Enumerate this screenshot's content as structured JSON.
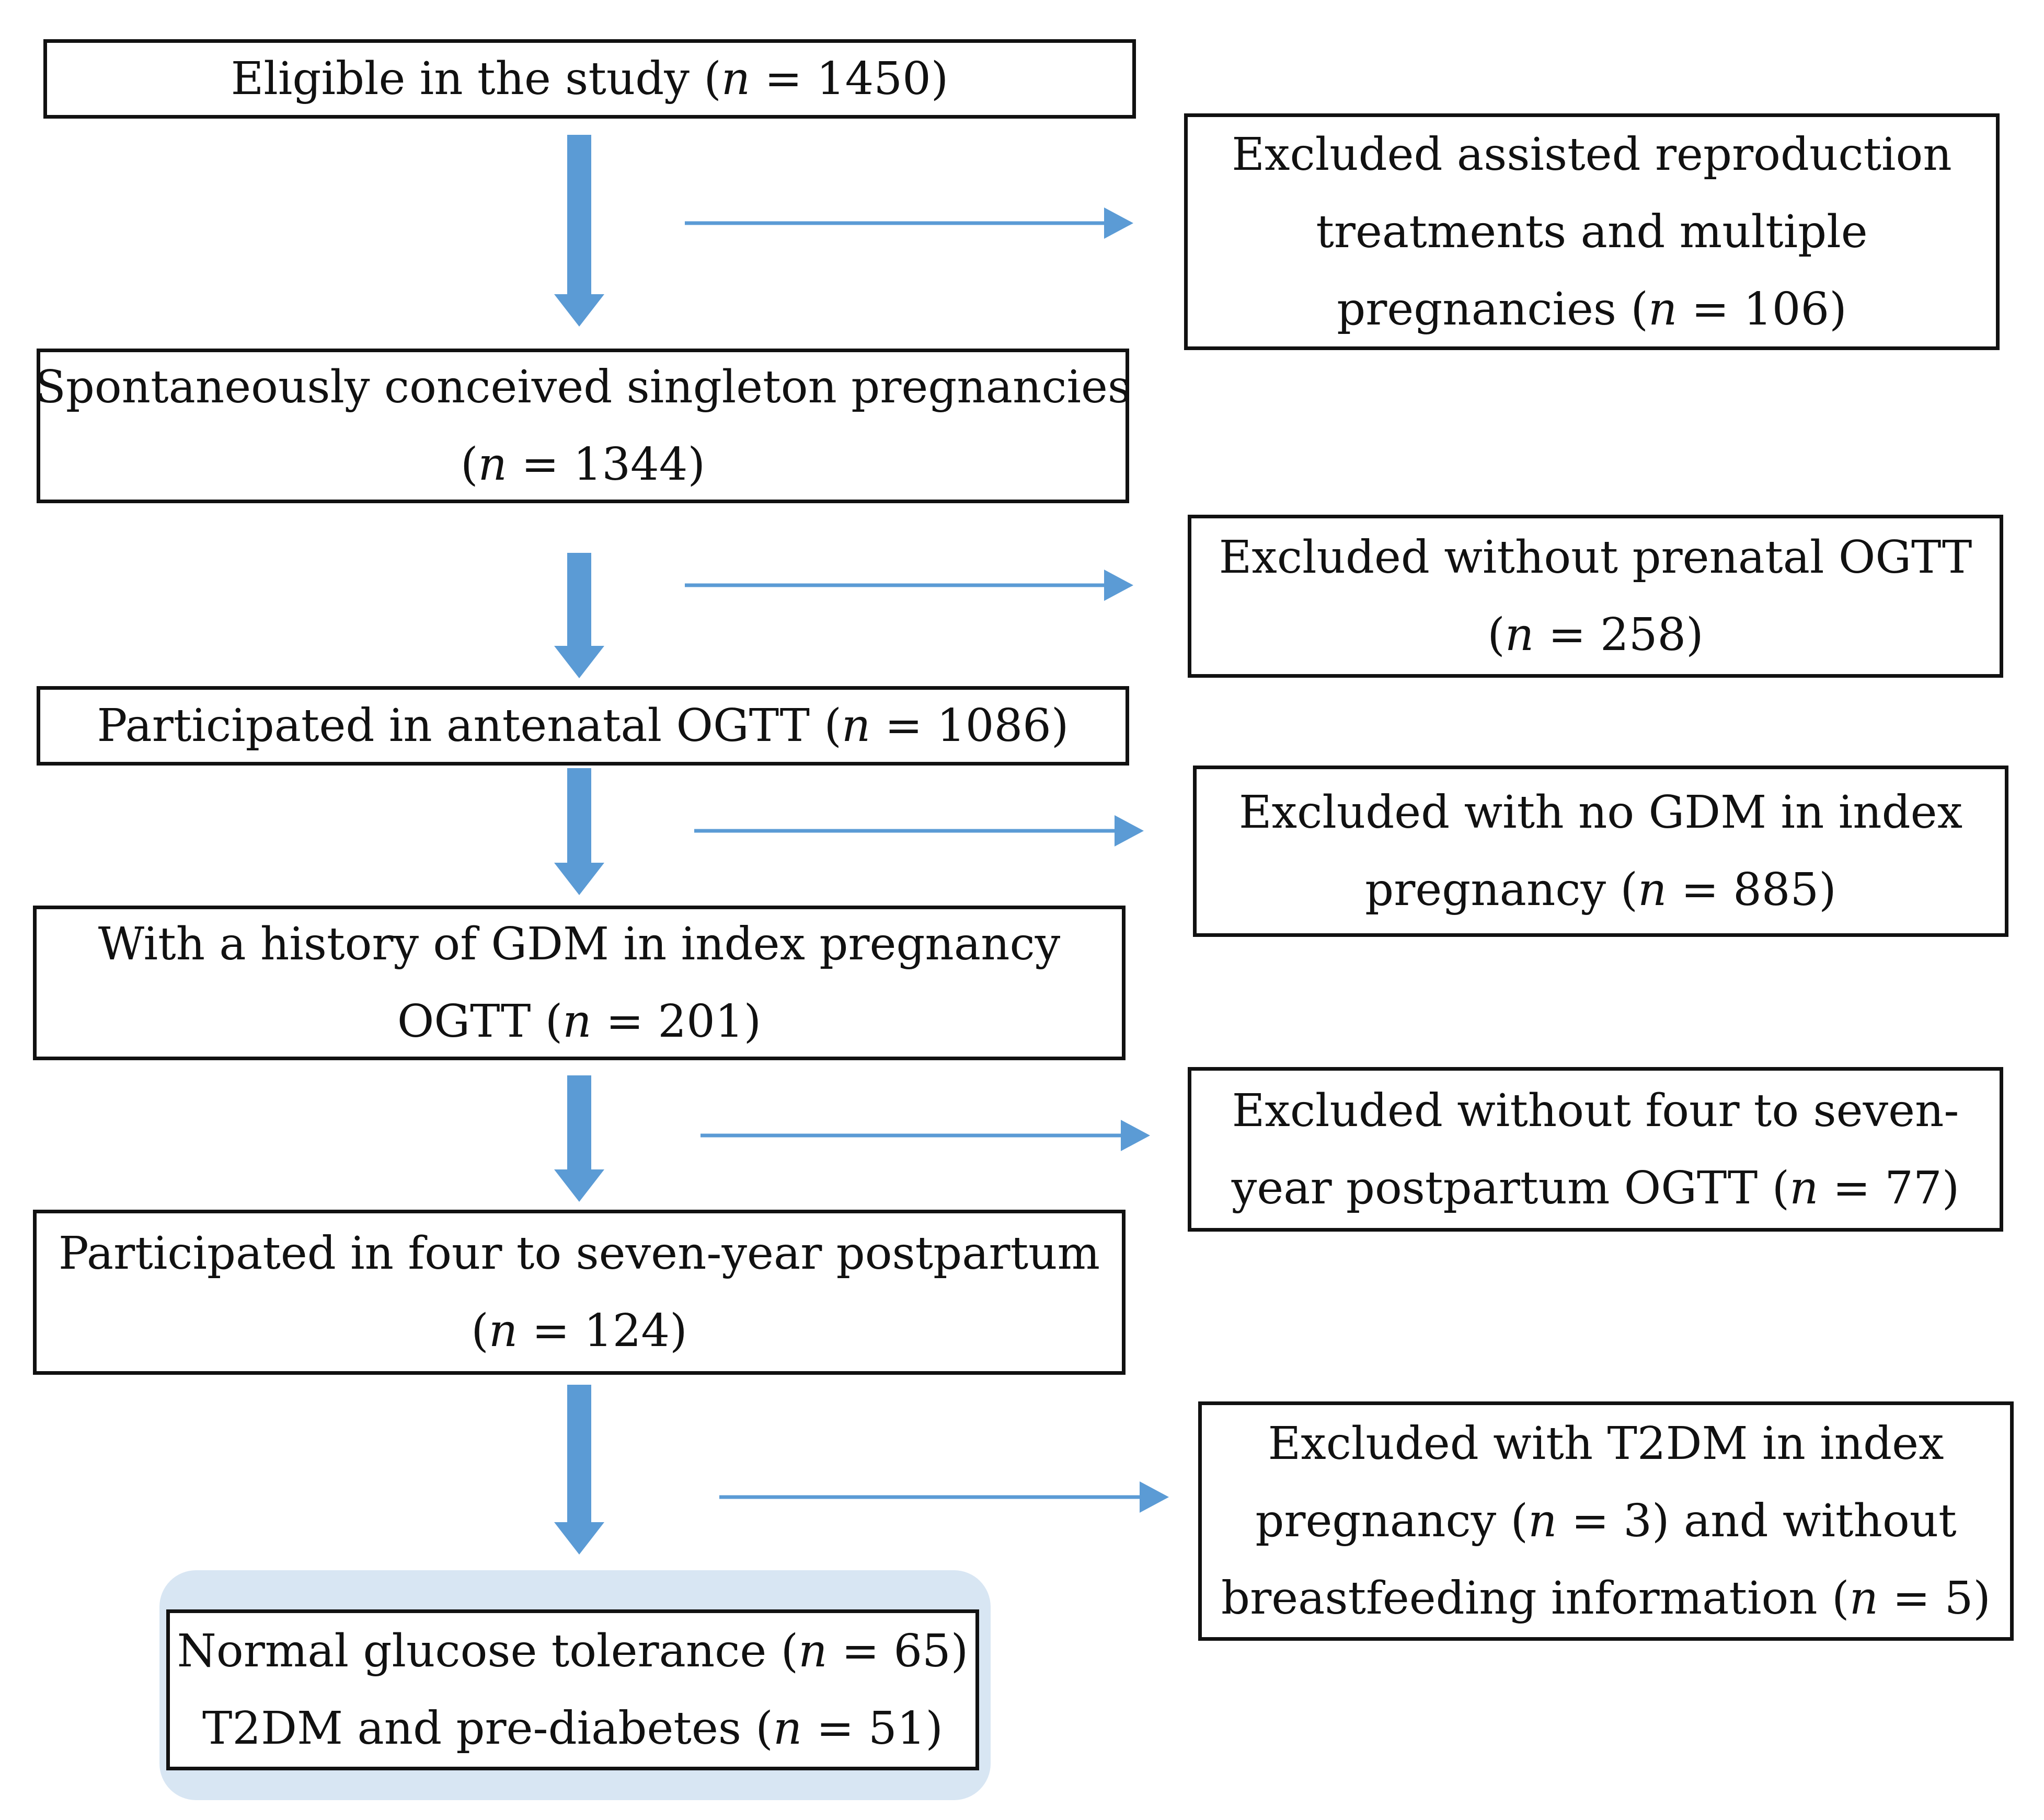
{
  "flow": {
    "main": [
      {
        "id": "eligible",
        "lines": [
          {
            "text": "Eligible in the study (",
            "n": "1450",
            "tail": ")"
          }
        ]
      },
      {
        "id": "spontaneous",
        "lines": [
          {
            "text": "Spontaneously conceived singleton pregnancies",
            "n": null,
            "tail": ""
          },
          {
            "text": "(",
            "n": "1344",
            "tail": ")"
          }
        ]
      },
      {
        "id": "antenatal-ogtt",
        "lines": [
          {
            "text": "Participated in antenatal OGTT (",
            "n": "1086",
            "tail": ")"
          }
        ]
      },
      {
        "id": "gdm-history",
        "lines": [
          {
            "text": "With a history of GDM in index pregnancy",
            "n": null,
            "tail": ""
          },
          {
            "text": "OGTT (",
            "n": "201",
            "tail": ")"
          }
        ]
      },
      {
        "id": "postpartum",
        "lines": [
          {
            "text": "Participated in four to seven-year postpartum",
            "n": null,
            "tail": ""
          },
          {
            "text": "(",
            "n": "124",
            "tail": ")"
          }
        ]
      },
      {
        "id": "final",
        "lines": [
          {
            "text": "Normal glucose tolerance (",
            "n": "65",
            "tail": ")"
          },
          {
            "text": "T2DM and pre-diabetes (",
            "n": "51",
            "tail": ")"
          }
        ]
      }
    ],
    "excluded": [
      {
        "id": "excl-art",
        "lines": [
          {
            "text": "Excluded assisted reproduction",
            "n": null,
            "tail": ""
          },
          {
            "text": "treatments and multiple",
            "n": null,
            "tail": ""
          },
          {
            "text": "pregnancies (",
            "n": "106",
            "tail": ")"
          }
        ]
      },
      {
        "id": "excl-no-ogtt",
        "lines": [
          {
            "text": "Excluded without prenatal OGTT",
            "n": null,
            "tail": ""
          },
          {
            "text": "(",
            "n": "258",
            "tail": ")"
          }
        ]
      },
      {
        "id": "excl-no-gdm",
        "lines": [
          {
            "text": "Excluded with no GDM in index",
            "n": null,
            "tail": ""
          },
          {
            "text": "pregnancy (",
            "n": "885",
            "tail": ")"
          }
        ]
      },
      {
        "id": "excl-no-postpartum",
        "lines": [
          {
            "text": "Excluded without four to seven-",
            "n": null,
            "tail": ""
          },
          {
            "text": "year postpartum OGTT (",
            "n": "77",
            "tail": ")"
          }
        ]
      },
      {
        "id": "excl-t2dm",
        "lines": [
          {
            "text": "Excluded with T2DM in index",
            "n": null,
            "tail": ""
          },
          {
            "text": "pregnancy (",
            "n": "3",
            "tail": ") and without"
          },
          {
            "text": "breastfeeding information (",
            "n": "5",
            "tail": ")"
          }
        ]
      }
    ],
    "n_symbol": "n",
    "equals": " = ",
    "colors": {
      "arrow": "#5b9bd5",
      "border": "#111111",
      "highlight": "#d8e6f3"
    }
  }
}
